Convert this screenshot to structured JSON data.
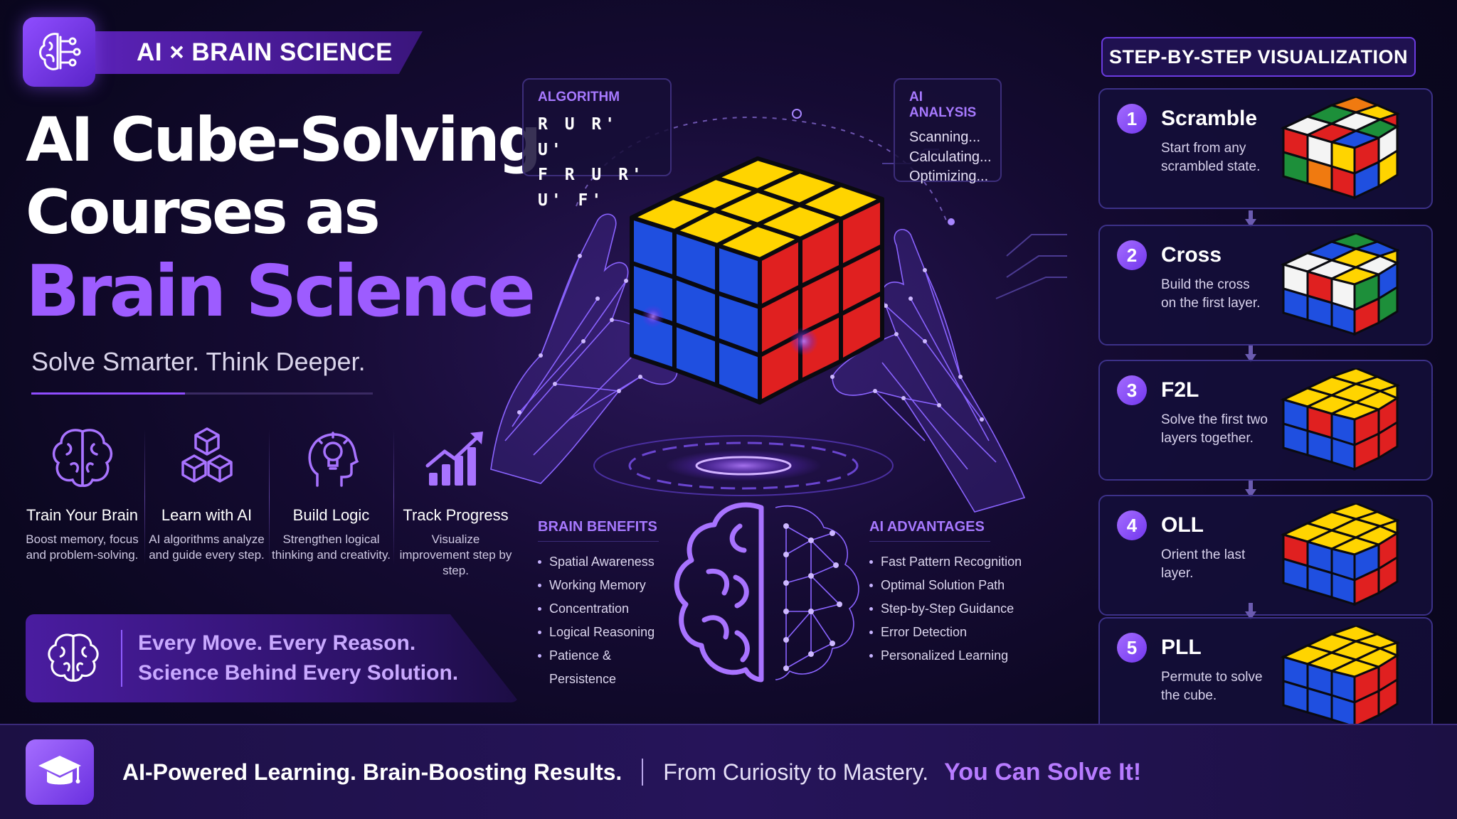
{
  "badge": {
    "label": "AI × BRAIN SCIENCE"
  },
  "title": {
    "line1": "AI Cube-Solving",
    "line2": "Courses as",
    "line3": "Brain Science",
    "subtitle": "Solve Smarter. Think Deeper."
  },
  "features": [
    {
      "name": "Train Your Brain",
      "desc": "Boost memory, focus and problem-solving.",
      "icon": "brain-icon"
    },
    {
      "name": "Learn with AI",
      "desc": "AI algorithms analyze and guide every step.",
      "icon": "cubes-icon"
    },
    {
      "name": "Build Logic",
      "desc": "Strengthen logical thinking and creativity.",
      "icon": "lightbulb-head-icon"
    },
    {
      "name": "Track Progress",
      "desc": "Visualize improvement step by step.",
      "icon": "chart-growth-icon"
    }
  ],
  "motto": {
    "line1": "Every Move. Every Reason.",
    "line2": "Science Behind Every Solution."
  },
  "algorithm": {
    "title": "ALGORITHM",
    "line1": "R U R' U'",
    "line2": "F R U R' U' F'"
  },
  "analysis": {
    "title": "AI ANALYSIS",
    "line1": "Scanning...",
    "line2": "Calculating...",
    "line3": "Optimizing..."
  },
  "benefits": {
    "title": "BRAIN BENEFITS",
    "items": [
      "Spatial Awareness",
      "Working Memory",
      "Concentration",
      "Logical Reasoning",
      "Patience & Persistence"
    ]
  },
  "advantages": {
    "title": "AI ADVANTAGES",
    "items": [
      "Fast Pattern Recognition",
      "Optimal Solution Path",
      "Step-by-Step Guidance",
      "Error Detection",
      "Personalized Learning"
    ]
  },
  "steps": {
    "header": "STEP-BY-STEP VISUALIZATION",
    "items": [
      {
        "num": "1",
        "name": "Scramble",
        "desc": "Start from any scrambled state."
      },
      {
        "num": "2",
        "name": "Cross",
        "desc": "Build the cross on the first layer."
      },
      {
        "num": "3",
        "name": "F2L",
        "desc": "Solve the first two layers together."
      },
      {
        "num": "4",
        "name": "OLL",
        "desc": "Orient the last layer."
      },
      {
        "num": "5",
        "name": "PLL",
        "desc": "Permute to solve the cube."
      }
    ]
  },
  "footer": {
    "text1": "AI-Powered Learning. Brain-Boosting Results.",
    "text2": "From Curiosity to Mastery.",
    "text3": "You Can Solve It!"
  },
  "colors": {
    "accent": "#9d5cff",
    "cube_yellow": "#ffd400",
    "cube_blue": "#1f4fe0",
    "cube_red": "#e02020",
    "cube_green": "#1d8f3a",
    "cube_orange": "#f07a10",
    "cube_white": "#f4f4f4"
  }
}
